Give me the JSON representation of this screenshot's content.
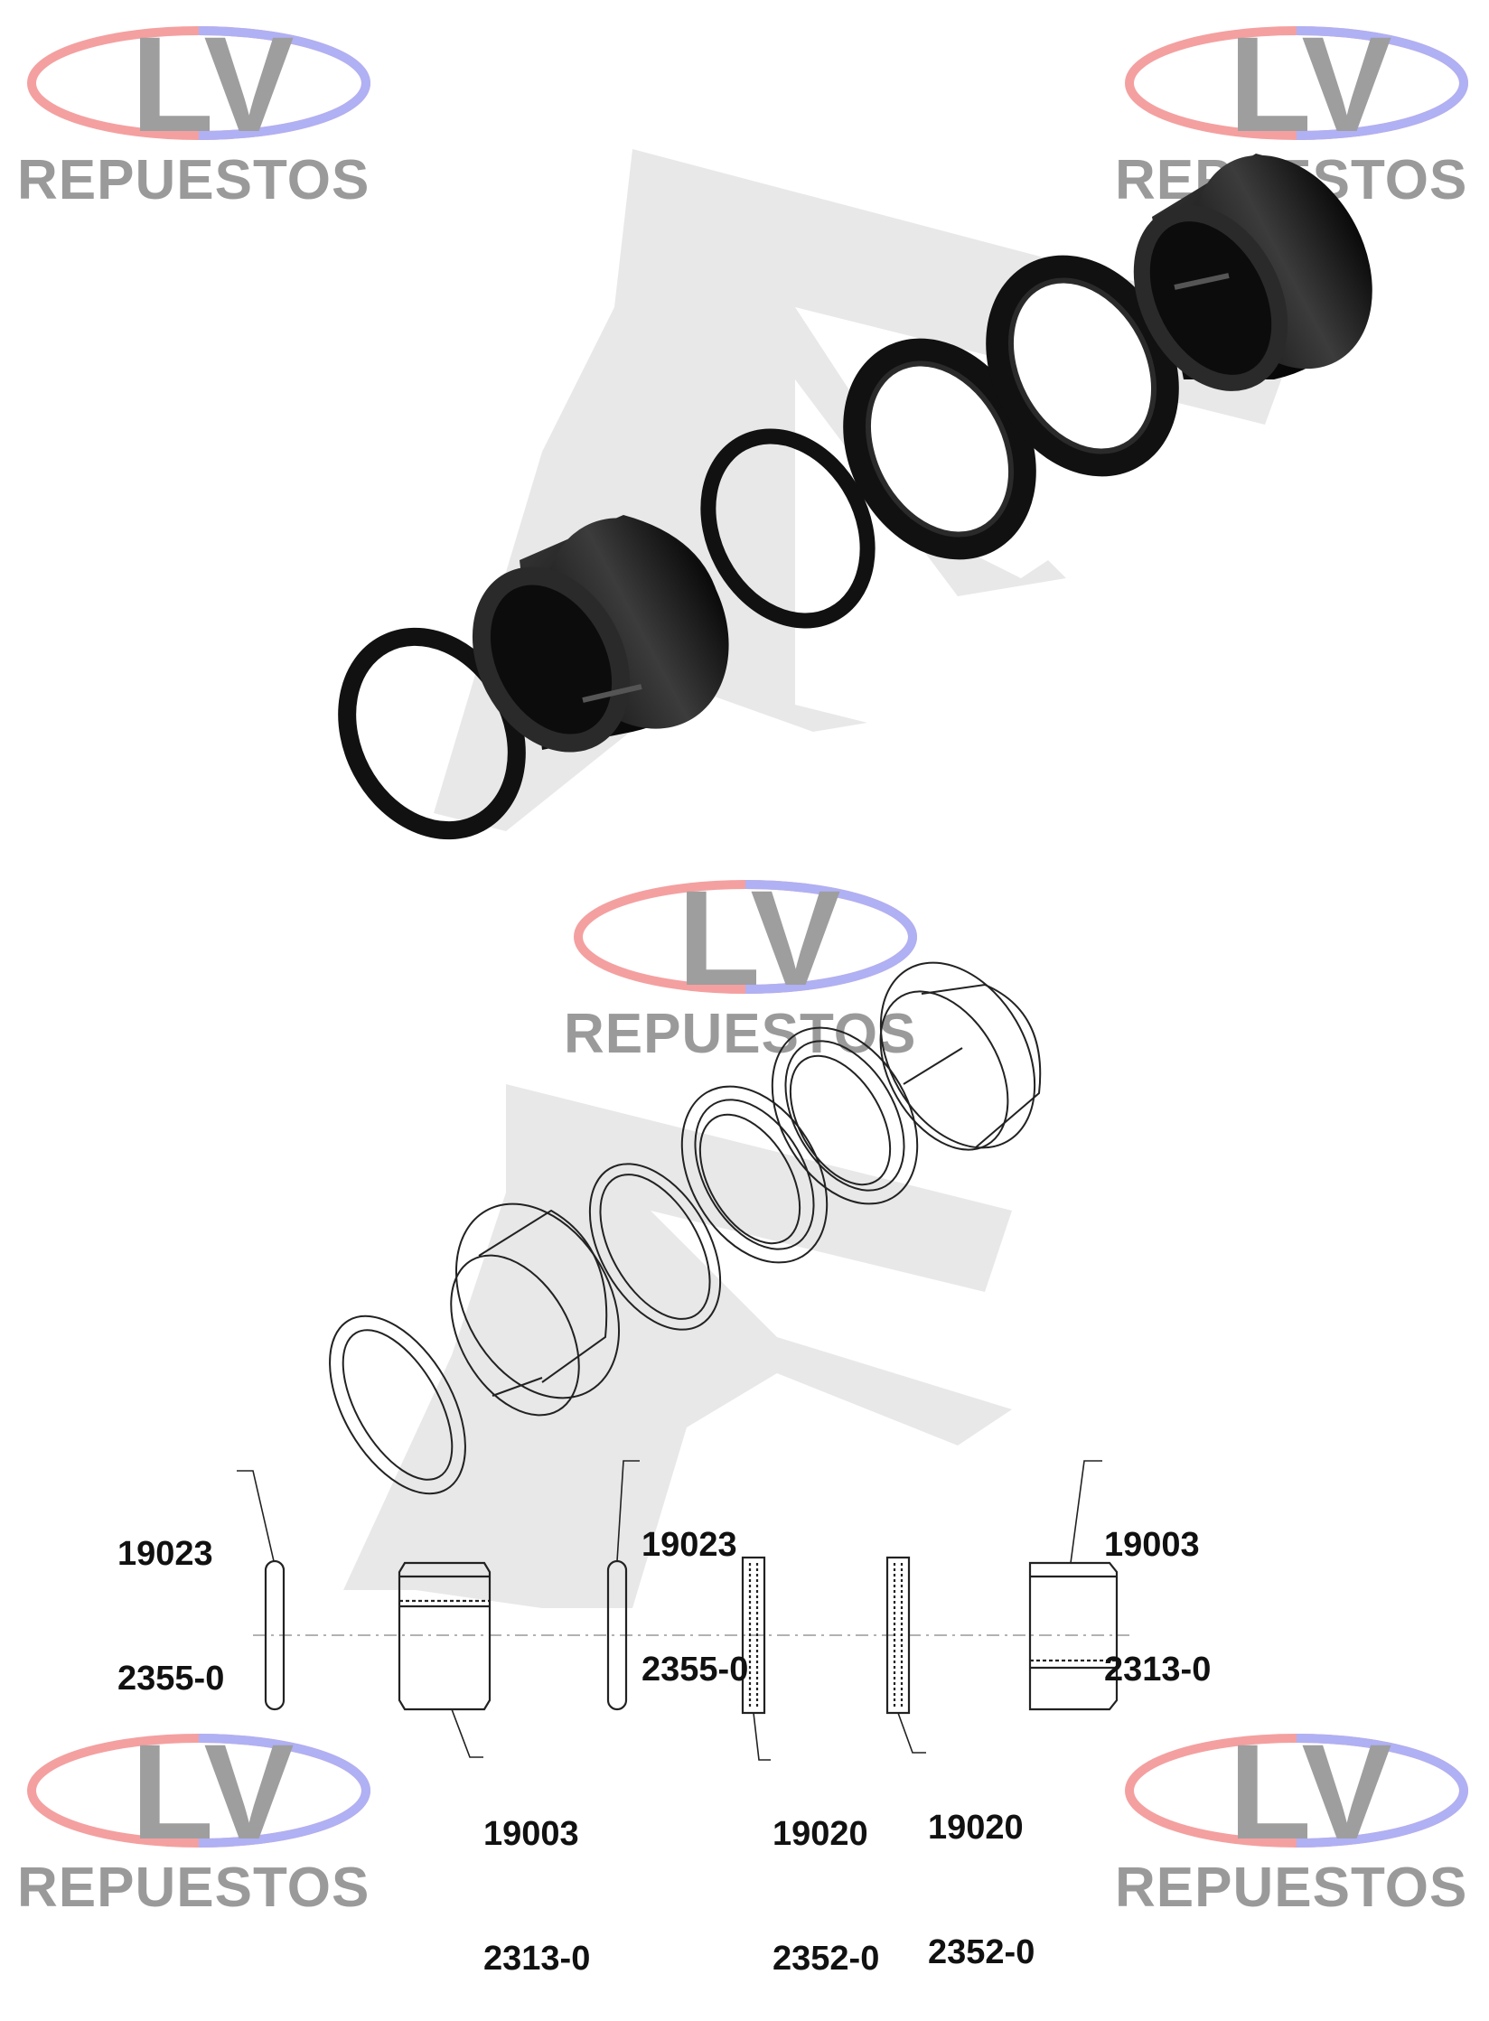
{
  "logo": {
    "lv": "LV",
    "repuestos": "REPUESTOS",
    "colors": {
      "left_arc": "#f08a8a",
      "right_arc": "#a8a8f0",
      "text": "#9e9e9e"
    }
  },
  "parts": [
    {
      "part_no": "19023",
      "ref": "2355-0",
      "kind": "o-ring"
    },
    {
      "part_no": "19003",
      "ref": "2313-0",
      "kind": "bushing"
    },
    {
      "part_no": "19023",
      "ref": "2355-0",
      "kind": "o-ring"
    },
    {
      "part_no": "19020",
      "ref": "2352-0",
      "kind": "seal"
    },
    {
      "part_no": "19020",
      "ref": "2352-0",
      "kind": "seal"
    },
    {
      "part_no": "19003",
      "ref": "2313-0",
      "kind": "bushing"
    }
  ]
}
